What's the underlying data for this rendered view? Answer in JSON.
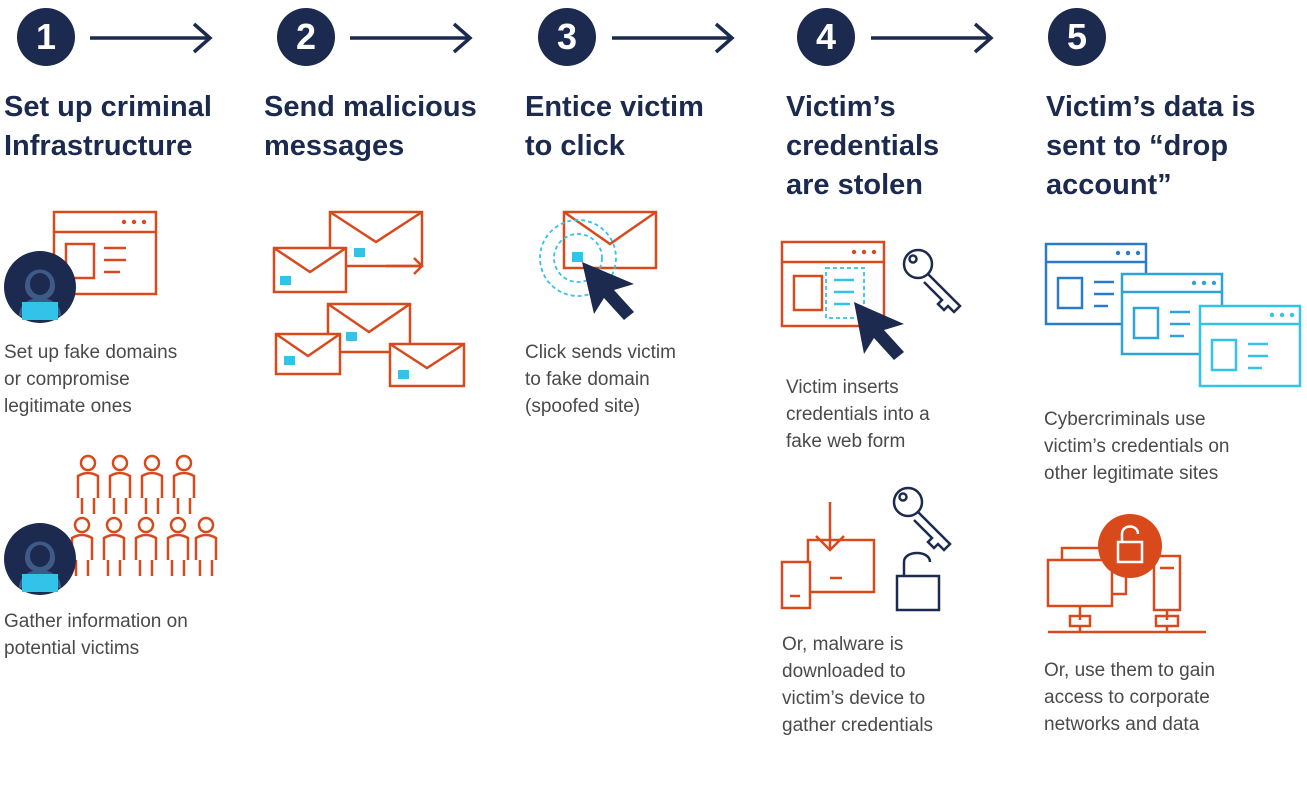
{
  "steps": [
    {
      "number": "1",
      "heading": [
        "Set up criminal",
        "Infrastructure"
      ],
      "captions": [
        [
          "Set up fake domains",
          "or compromise",
          "legitimate ones"
        ],
        [
          "Gather information on",
          "potential victims"
        ]
      ]
    },
    {
      "number": "2",
      "heading": [
        "Send malicious",
        "messages"
      ],
      "captions": []
    },
    {
      "number": "3",
      "heading": [
        "Entice victim",
        "to click"
      ],
      "captions": [
        [
          "Click sends victim",
          "to fake domain",
          "(spoofed site)"
        ]
      ]
    },
    {
      "number": "4",
      "heading": [
        "Victim’s",
        "credentials",
        "are stolen"
      ],
      "captions": [
        [
          "Victim inserts",
          "credentials into a",
          "fake web form"
        ],
        [
          "Or, malware is",
          "downloaded to",
          "victim’s device to",
          "gather credentials"
        ]
      ]
    },
    {
      "number": "5",
      "heading": [
        "Victim’s data is",
        "sent to “drop",
        "account”"
      ],
      "captions": [
        [
          "Cybercriminals use",
          "victim’s credentials on",
          "other legitimate sites"
        ],
        [
          "Or, use them to gain",
          "access to corporate",
          "networks and data"
        ]
      ]
    }
  ],
  "colors": {
    "navy": "#1b2a4e",
    "orange": "#d8491c",
    "cyan": "#34c3e8",
    "blue": "#2a7cc6",
    "caption_text": "#4a4a4a"
  },
  "icons": [
    "hacker-avatar-icon",
    "browser-window-icon",
    "crowd-icon",
    "envelope-icon",
    "click-cursor-icon",
    "key-icon",
    "padlock-icon",
    "download-device-icon",
    "network-computers-icon"
  ]
}
